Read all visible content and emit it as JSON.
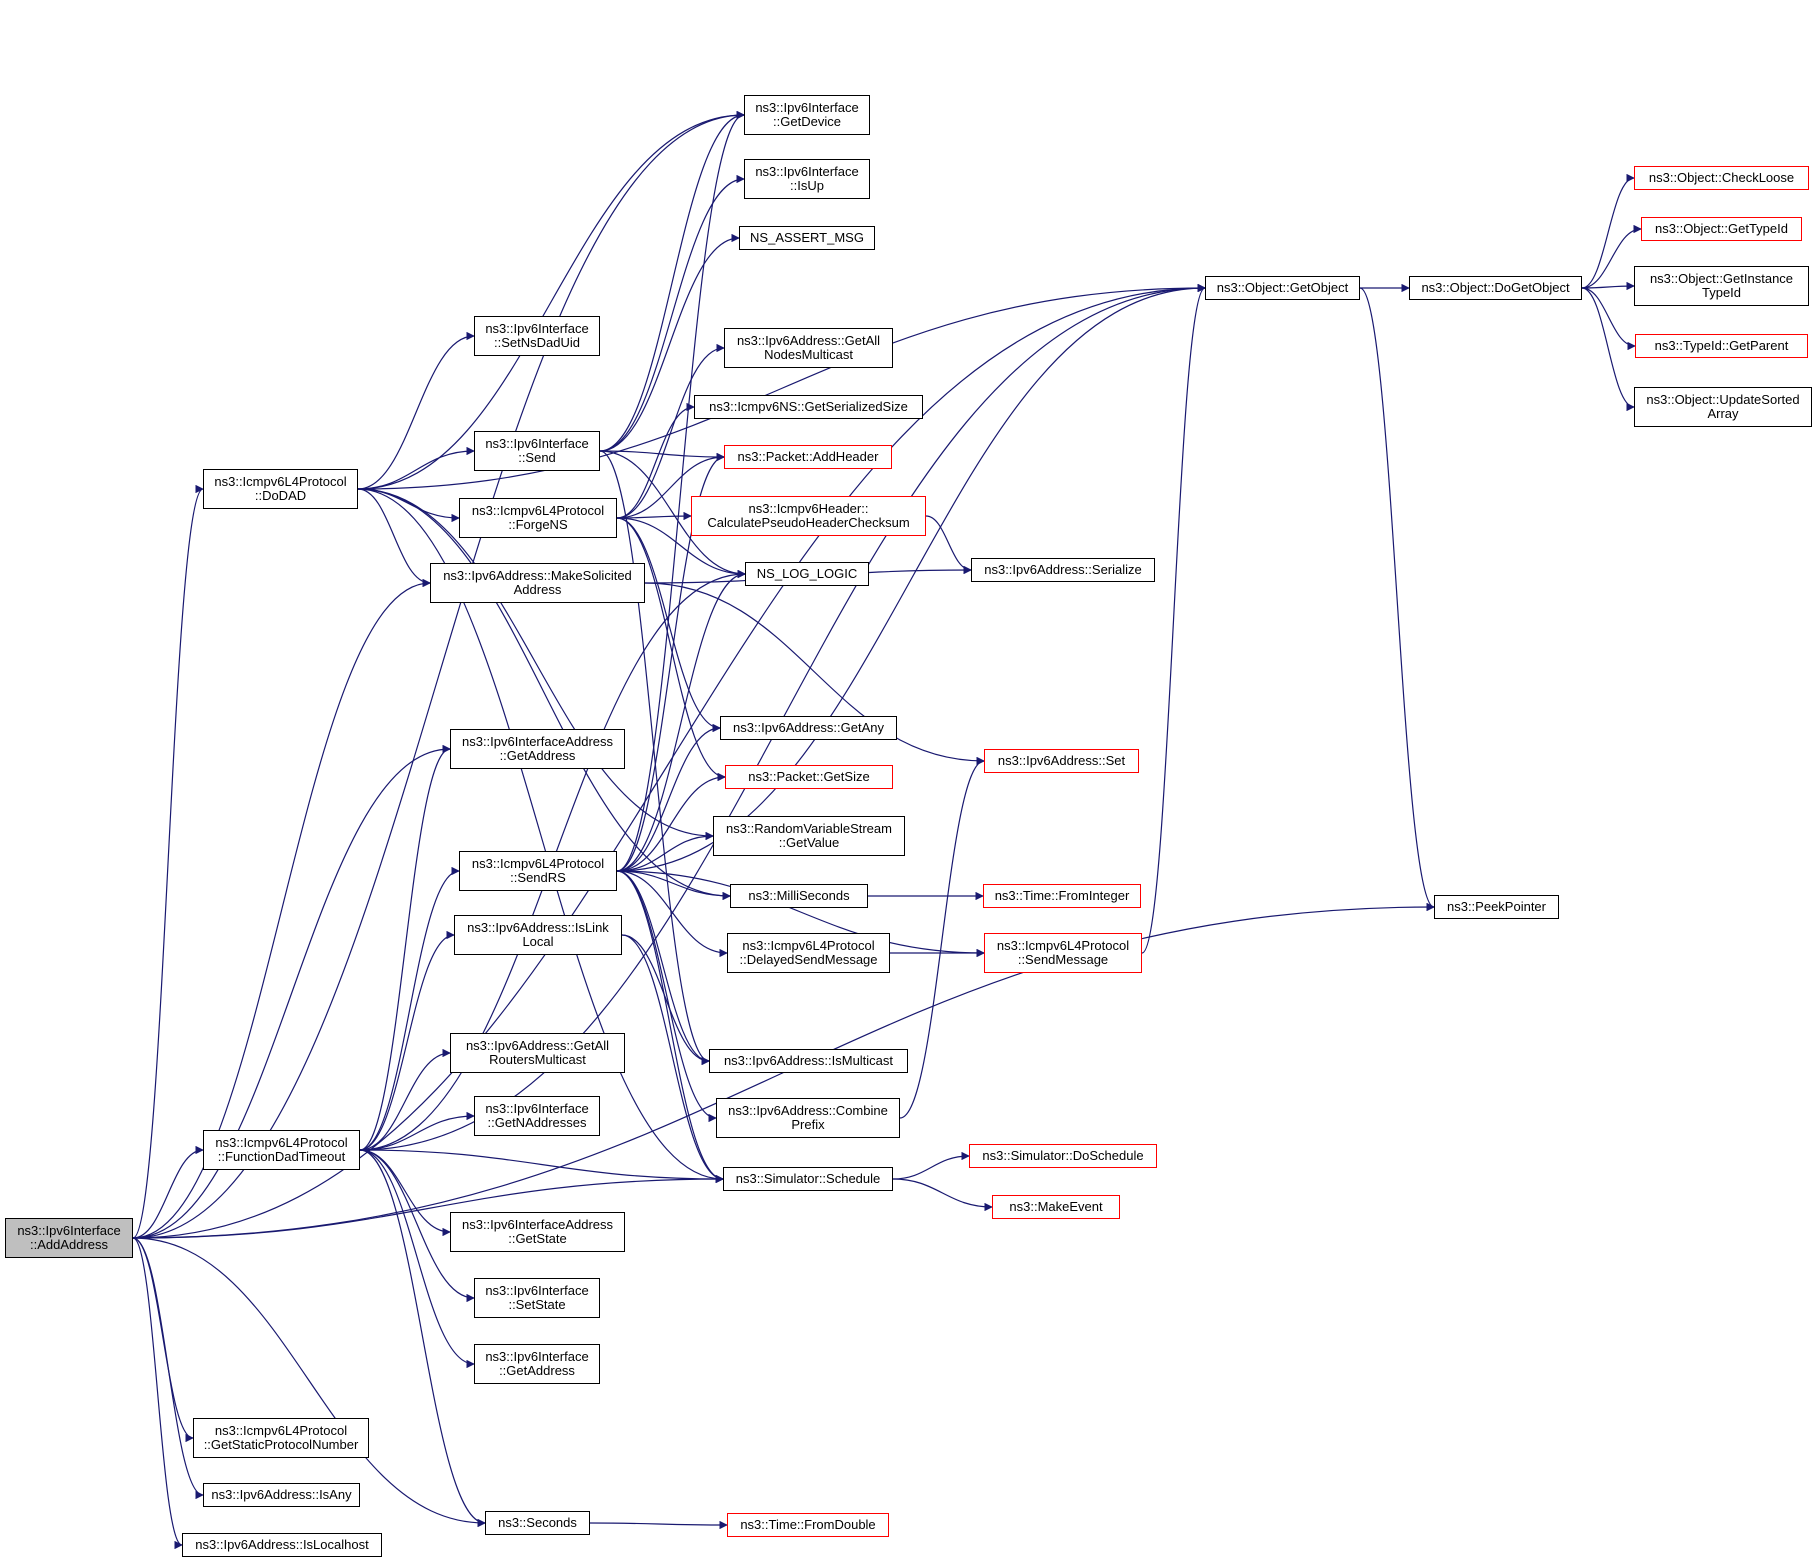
{
  "diagram": {
    "edge_color": "#191970",
    "root_fill": "#bfbfbf",
    "truncated_border": "#ff0000",
    "nodes": [
      {
        "id": "add",
        "lines": [
          "ns3::Ipv6Interface",
          "::AddAddress"
        ],
        "root": true
      },
      {
        "id": "dodad",
        "lines": [
          "ns3::Icmpv6L4Protocol",
          "::DoDAD"
        ]
      },
      {
        "id": "fdt",
        "lines": [
          "ns3::Icmpv6L4Protocol",
          "::FunctionDadTimeout"
        ]
      },
      {
        "id": "gspn",
        "lines": [
          "ns3::Icmpv6L4Protocol",
          "::GetStaticProtocolNumber"
        ]
      },
      {
        "id": "isany",
        "lines": [
          "ns3::Ipv6Address::IsAny"
        ]
      },
      {
        "id": "islh",
        "lines": [
          "ns3::Ipv6Address::IsLocalhost"
        ]
      },
      {
        "id": "setns",
        "lines": [
          "ns3::Ipv6Interface",
          "::SetNsDadUid"
        ]
      },
      {
        "id": "send",
        "lines": [
          "ns3::Ipv6Interface",
          "::Send"
        ]
      },
      {
        "id": "forgens",
        "lines": [
          "ns3::Icmpv6L4Protocol",
          "::ForgeNS"
        ]
      },
      {
        "id": "mksol",
        "lines": [
          "ns3::Ipv6Address::MakeSolicited",
          "Address"
        ]
      },
      {
        "id": "iagaddr",
        "lines": [
          "ns3::Ipv6InterfaceAddress",
          "::GetAddress"
        ]
      },
      {
        "id": "sendrs",
        "lines": [
          "ns3::Icmpv6L4Protocol",
          "::SendRS"
        ]
      },
      {
        "id": "islinkl",
        "lines": [
          "ns3::Ipv6Address::IsLink",
          "Local"
        ]
      },
      {
        "id": "garm",
        "lines": [
          "ns3::Ipv6Address::GetAll",
          "RoutersMulticast"
        ]
      },
      {
        "id": "gnaddr",
        "lines": [
          "ns3::Ipv6Interface",
          "::GetNAddresses"
        ]
      },
      {
        "id": "iagstate",
        "lines": [
          "ns3::Ipv6InterfaceAddress",
          "::GetState"
        ]
      },
      {
        "id": "ifsetstate",
        "lines": [
          "ns3::Ipv6Interface",
          "::SetState"
        ]
      },
      {
        "id": "ifgaddr",
        "lines": [
          "ns3::Ipv6Interface",
          "::GetAddress"
        ]
      },
      {
        "id": "seconds",
        "lines": [
          "ns3::Seconds"
        ]
      },
      {
        "id": "getdev",
        "lines": [
          "ns3::Ipv6Interface",
          "::GetDevice"
        ]
      },
      {
        "id": "isup",
        "lines": [
          "ns3::Ipv6Interface",
          "::IsUp"
        ]
      },
      {
        "id": "nsassert",
        "lines": [
          "NS_ASSERT_MSG"
        ]
      },
      {
        "id": "ganm",
        "lines": [
          "ns3::Ipv6Address::GetAll",
          "NodesMulticast"
        ]
      },
      {
        "id": "nsgss",
        "lines": [
          "ns3::Icmpv6NS::GetSerializedSize"
        ]
      },
      {
        "id": "addhdr",
        "lines": [
          "ns3::Packet::AddHeader"
        ],
        "red": true
      },
      {
        "id": "calcps",
        "lines": [
          "ns3::Icmpv6Header::",
          "CalculatePseudoHeaderChecksum"
        ],
        "red": true
      },
      {
        "id": "nslog",
        "lines": [
          "NS_LOG_LOGIC"
        ]
      },
      {
        "id": "getany",
        "lines": [
          "ns3::Ipv6Address::GetAny"
        ]
      },
      {
        "id": "getsize",
        "lines": [
          "ns3::Packet::GetSize"
        ],
        "red": true
      },
      {
        "id": "rvs",
        "lines": [
          "ns3::RandomVariableStream",
          "::GetValue"
        ]
      },
      {
        "id": "milli",
        "lines": [
          "ns3::MilliSeconds"
        ]
      },
      {
        "id": "delayed",
        "lines": [
          "ns3::Icmpv6L4Protocol",
          "::DelayedSendMessage"
        ]
      },
      {
        "id": "ismc",
        "lines": [
          "ns3::Ipv6Address::IsMulticast"
        ]
      },
      {
        "id": "combine",
        "lines": [
          "ns3::Ipv6Address::Combine",
          "Prefix"
        ]
      },
      {
        "id": "schedule",
        "lines": [
          "ns3::Simulator::Schedule"
        ]
      },
      {
        "id": "tfd",
        "lines": [
          "ns3::Time::FromDouble"
        ],
        "red": true
      },
      {
        "id": "getobj",
        "lines": [
          "ns3::Object::GetObject"
        ]
      },
      {
        "id": "serialize",
        "lines": [
          "ns3::Ipv6Address::Serialize"
        ]
      },
      {
        "id": "ipset",
        "lines": [
          "ns3::Ipv6Address::Set"
        ],
        "red": true
      },
      {
        "id": "tfi",
        "lines": [
          "ns3::Time::FromInteger"
        ],
        "red": true
      },
      {
        "id": "sendmsg",
        "lines": [
          "ns3::Icmpv6L4Protocol",
          "::SendMessage"
        ],
        "red": true
      },
      {
        "id": "dosched",
        "lines": [
          "ns3::Simulator::DoSchedule"
        ],
        "red": true
      },
      {
        "id": "mkevent",
        "lines": [
          "ns3::MakeEvent"
        ],
        "red": true
      },
      {
        "id": "dogetobj",
        "lines": [
          "ns3::Object::DoGetObject"
        ]
      },
      {
        "id": "peek",
        "lines": [
          "ns3::PeekPointer"
        ]
      },
      {
        "id": "checkloose",
        "lines": [
          "ns3::Object::CheckLoose"
        ],
        "red": true
      },
      {
        "id": "gettid",
        "lines": [
          "ns3::Object::GetTypeId"
        ],
        "red": true
      },
      {
        "id": "getinst",
        "lines": [
          "ns3::Object::GetInstance",
          "TypeId"
        ]
      },
      {
        "id": "getparent",
        "lines": [
          "ns3::TypeId::GetParent"
        ],
        "red": true
      },
      {
        "id": "updsort",
        "lines": [
          "ns3::Object::UpdateSorted",
          "Array"
        ]
      }
    ],
    "edges": [
      [
        "add",
        "dodad"
      ],
      [
        "add",
        "fdt"
      ],
      [
        "add",
        "gspn"
      ],
      [
        "add",
        "isany"
      ],
      [
        "add",
        "islh"
      ],
      [
        "add",
        "getobj"
      ],
      [
        "add",
        "getdev"
      ],
      [
        "add",
        "mksol"
      ],
      [
        "add",
        "iagaddr"
      ],
      [
        "add",
        "schedule"
      ],
      [
        "add",
        "seconds"
      ],
      [
        "add",
        "peek"
      ],
      [
        "dodad",
        "setns"
      ],
      [
        "dodad",
        "send"
      ],
      [
        "dodad",
        "forgens"
      ],
      [
        "dodad",
        "mksol"
      ],
      [
        "dodad",
        "getdev"
      ],
      [
        "dodad",
        "getobj"
      ],
      [
        "dodad",
        "rvs"
      ],
      [
        "dodad",
        "milli"
      ],
      [
        "dodad",
        "schedule"
      ],
      [
        "fdt",
        "iagaddr"
      ],
      [
        "fdt",
        "sendrs"
      ],
      [
        "fdt",
        "islinkl"
      ],
      [
        "fdt",
        "garm"
      ],
      [
        "fdt",
        "gnaddr"
      ],
      [
        "fdt",
        "iagstate"
      ],
      [
        "fdt",
        "ifsetstate"
      ],
      [
        "fdt",
        "ifgaddr"
      ],
      [
        "fdt",
        "seconds"
      ],
      [
        "fdt",
        "schedule"
      ],
      [
        "fdt",
        "getobj"
      ],
      [
        "fdt",
        "nslog"
      ],
      [
        "send",
        "getdev"
      ],
      [
        "send",
        "isup"
      ],
      [
        "send",
        "nsassert"
      ],
      [
        "send",
        "addhdr"
      ],
      [
        "send",
        "nslog"
      ],
      [
        "send",
        "ismc"
      ],
      [
        "forgens",
        "ganm"
      ],
      [
        "forgens",
        "nsgss"
      ],
      [
        "forgens",
        "addhdr"
      ],
      [
        "forgens",
        "calcps"
      ],
      [
        "forgens",
        "nslog"
      ],
      [
        "forgens",
        "getany"
      ],
      [
        "forgens",
        "getsize"
      ],
      [
        "mksol",
        "serialize"
      ],
      [
        "mksol",
        "ipset"
      ],
      [
        "sendrs",
        "getobj"
      ],
      [
        "sendrs",
        "getdev"
      ],
      [
        "sendrs",
        "addhdr"
      ],
      [
        "sendrs",
        "nslog"
      ],
      [
        "sendrs",
        "getany"
      ],
      [
        "sendrs",
        "getsize"
      ],
      [
        "sendrs",
        "rvs"
      ],
      [
        "sendrs",
        "milli"
      ],
      [
        "sendrs",
        "delayed"
      ],
      [
        "sendrs",
        "sendmsg"
      ],
      [
        "sendrs",
        "ismc"
      ],
      [
        "sendrs",
        "combine"
      ],
      [
        "sendrs",
        "schedule"
      ],
      [
        "islinkl",
        "ismc"
      ],
      [
        "islinkl",
        "schedule"
      ],
      [
        "seconds",
        "tfd"
      ],
      [
        "calcps",
        "serialize"
      ],
      [
        "milli",
        "tfi"
      ],
      [
        "delayed",
        "sendmsg"
      ],
      [
        "combine",
        "ipset"
      ],
      [
        "schedule",
        "dosched"
      ],
      [
        "schedule",
        "mkevent"
      ],
      [
        "sendmsg",
        "getobj"
      ],
      [
        "getobj",
        "dogetobj"
      ],
      [
        "getobj",
        "peek"
      ],
      [
        "dogetobj",
        "checkloose"
      ],
      [
        "dogetobj",
        "gettid"
      ],
      [
        "dogetobj",
        "getinst"
      ],
      [
        "dogetobj",
        "getparent"
      ],
      [
        "dogetobj",
        "updsort"
      ]
    ]
  }
}
